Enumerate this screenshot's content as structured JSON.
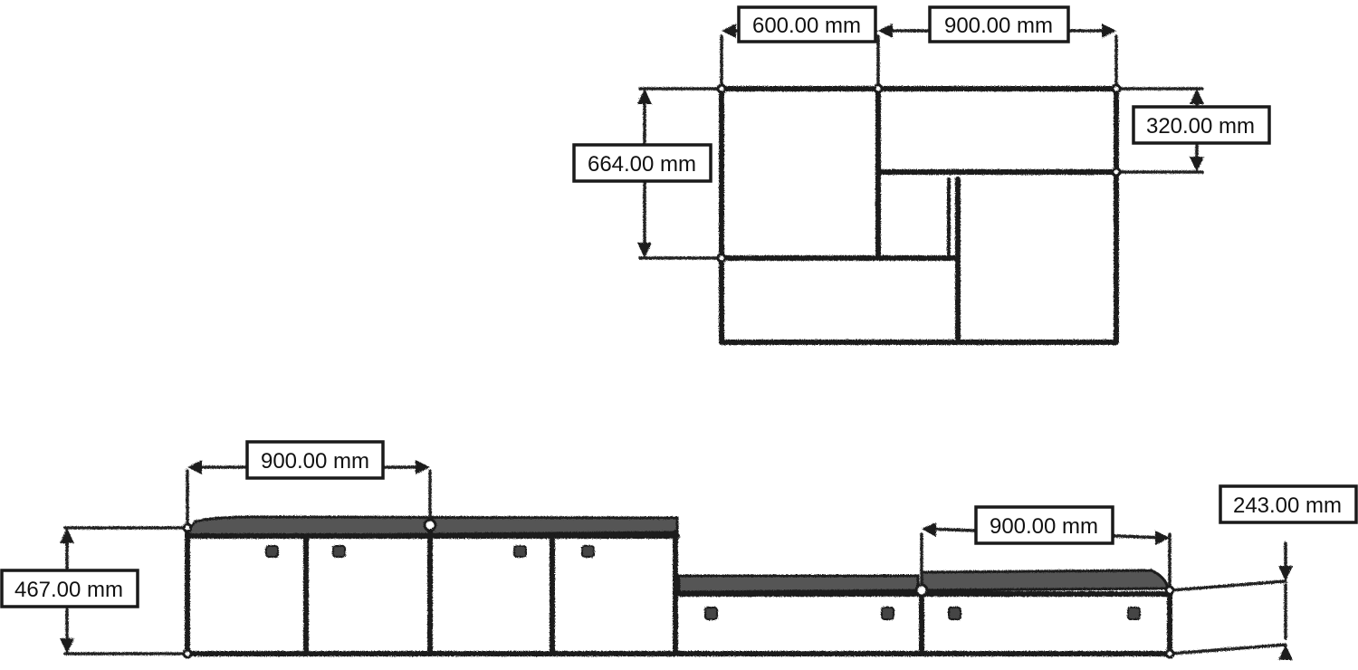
{
  "plan_view": {
    "dim_width_left": "600.00 mm",
    "dim_width_right": "900.00 mm",
    "dim_depth_left": "664.00 mm",
    "dim_depth_right": "320.00 mm"
  },
  "elevation_view": {
    "dim_tall_width": "900.00 mm",
    "dim_tall_height": "467.00 mm",
    "dim_low_width": "900.00 mm",
    "dim_low_height": "243.00 mm"
  },
  "colors": {
    "line": "#1a1a1a",
    "countertop": "#555555",
    "background": "#ffffff"
  }
}
